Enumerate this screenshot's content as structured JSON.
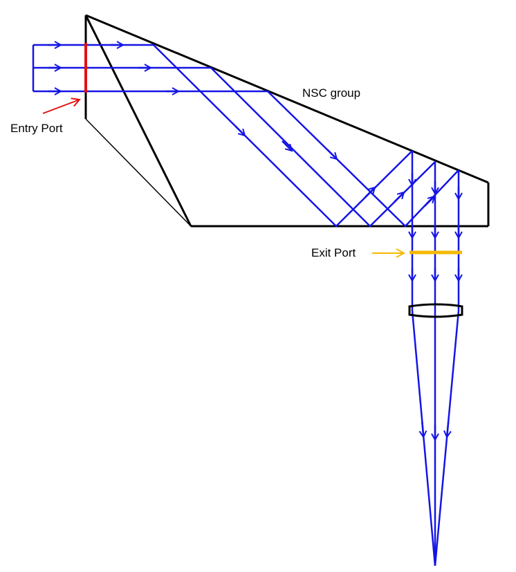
{
  "labels": {
    "nsc_group": "NSC group",
    "entry_port": "Entry Port",
    "exit_port": "Exit Port"
  },
  "colors": {
    "ray": "#1414e6",
    "outline": "#000000",
    "entry_port": "#e41010",
    "exit_port": "#f5b800",
    "background": "#ffffff"
  },
  "elements": {
    "prism_group": "NSC group prism assembly",
    "focusing_lens": "lens",
    "ray_count_in": 3,
    "ray_count_out": 3
  }
}
